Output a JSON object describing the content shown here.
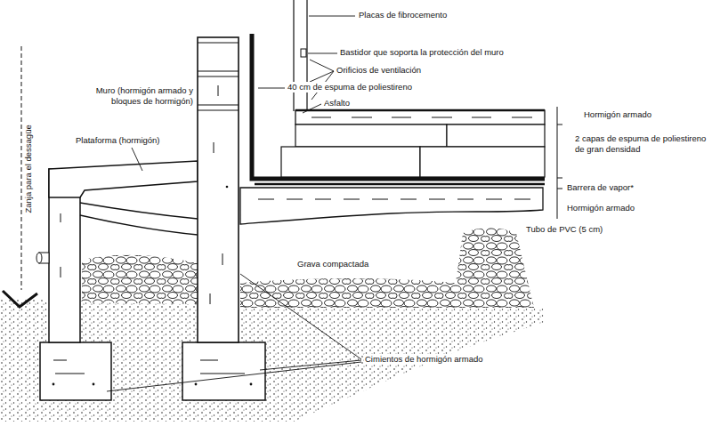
{
  "diagram": {
    "labels": [
      "Placas de fibrocemento",
      "Bastidor que soporta la protección del muro",
      "Orificios de ventilación",
      "40 cm de espuma de poliestireno",
      "Asfalto",
      "Hormigón armado",
      "2 capas de espuma de poliestireno de gran densidad",
      "Barrera de vapor*",
      "Hormigón armado",
      "Tubo de PVC (5 cm)",
      "Grava compactada",
      "Muro (hormigón armado y bloques de hormigón)",
      "Plataforma (hormigón)",
      "Zanja para el dessagüe",
      "Cimientos de hormigón armado"
    ]
  }
}
